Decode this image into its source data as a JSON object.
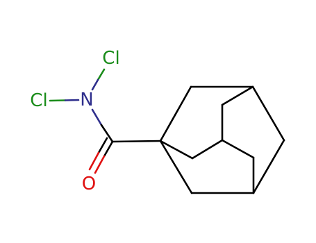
{
  "molecule": {
    "atoms": {
      "cl_top": {
        "label": "Cl",
        "color": "#1a8c1a"
      },
      "cl_left": {
        "label": "Cl",
        "color": "#1a8c1a"
      },
      "n": {
        "label": "N",
        "color": "#2e2e8c"
      },
      "o": {
        "label": "O",
        "color": "#e01010"
      }
    },
    "colors": {
      "carbon_bond": "#000000",
      "chlorine": "#1a8c1a",
      "nitrogen": "#2e2e8c",
      "oxygen": "#e01010"
    }
  }
}
